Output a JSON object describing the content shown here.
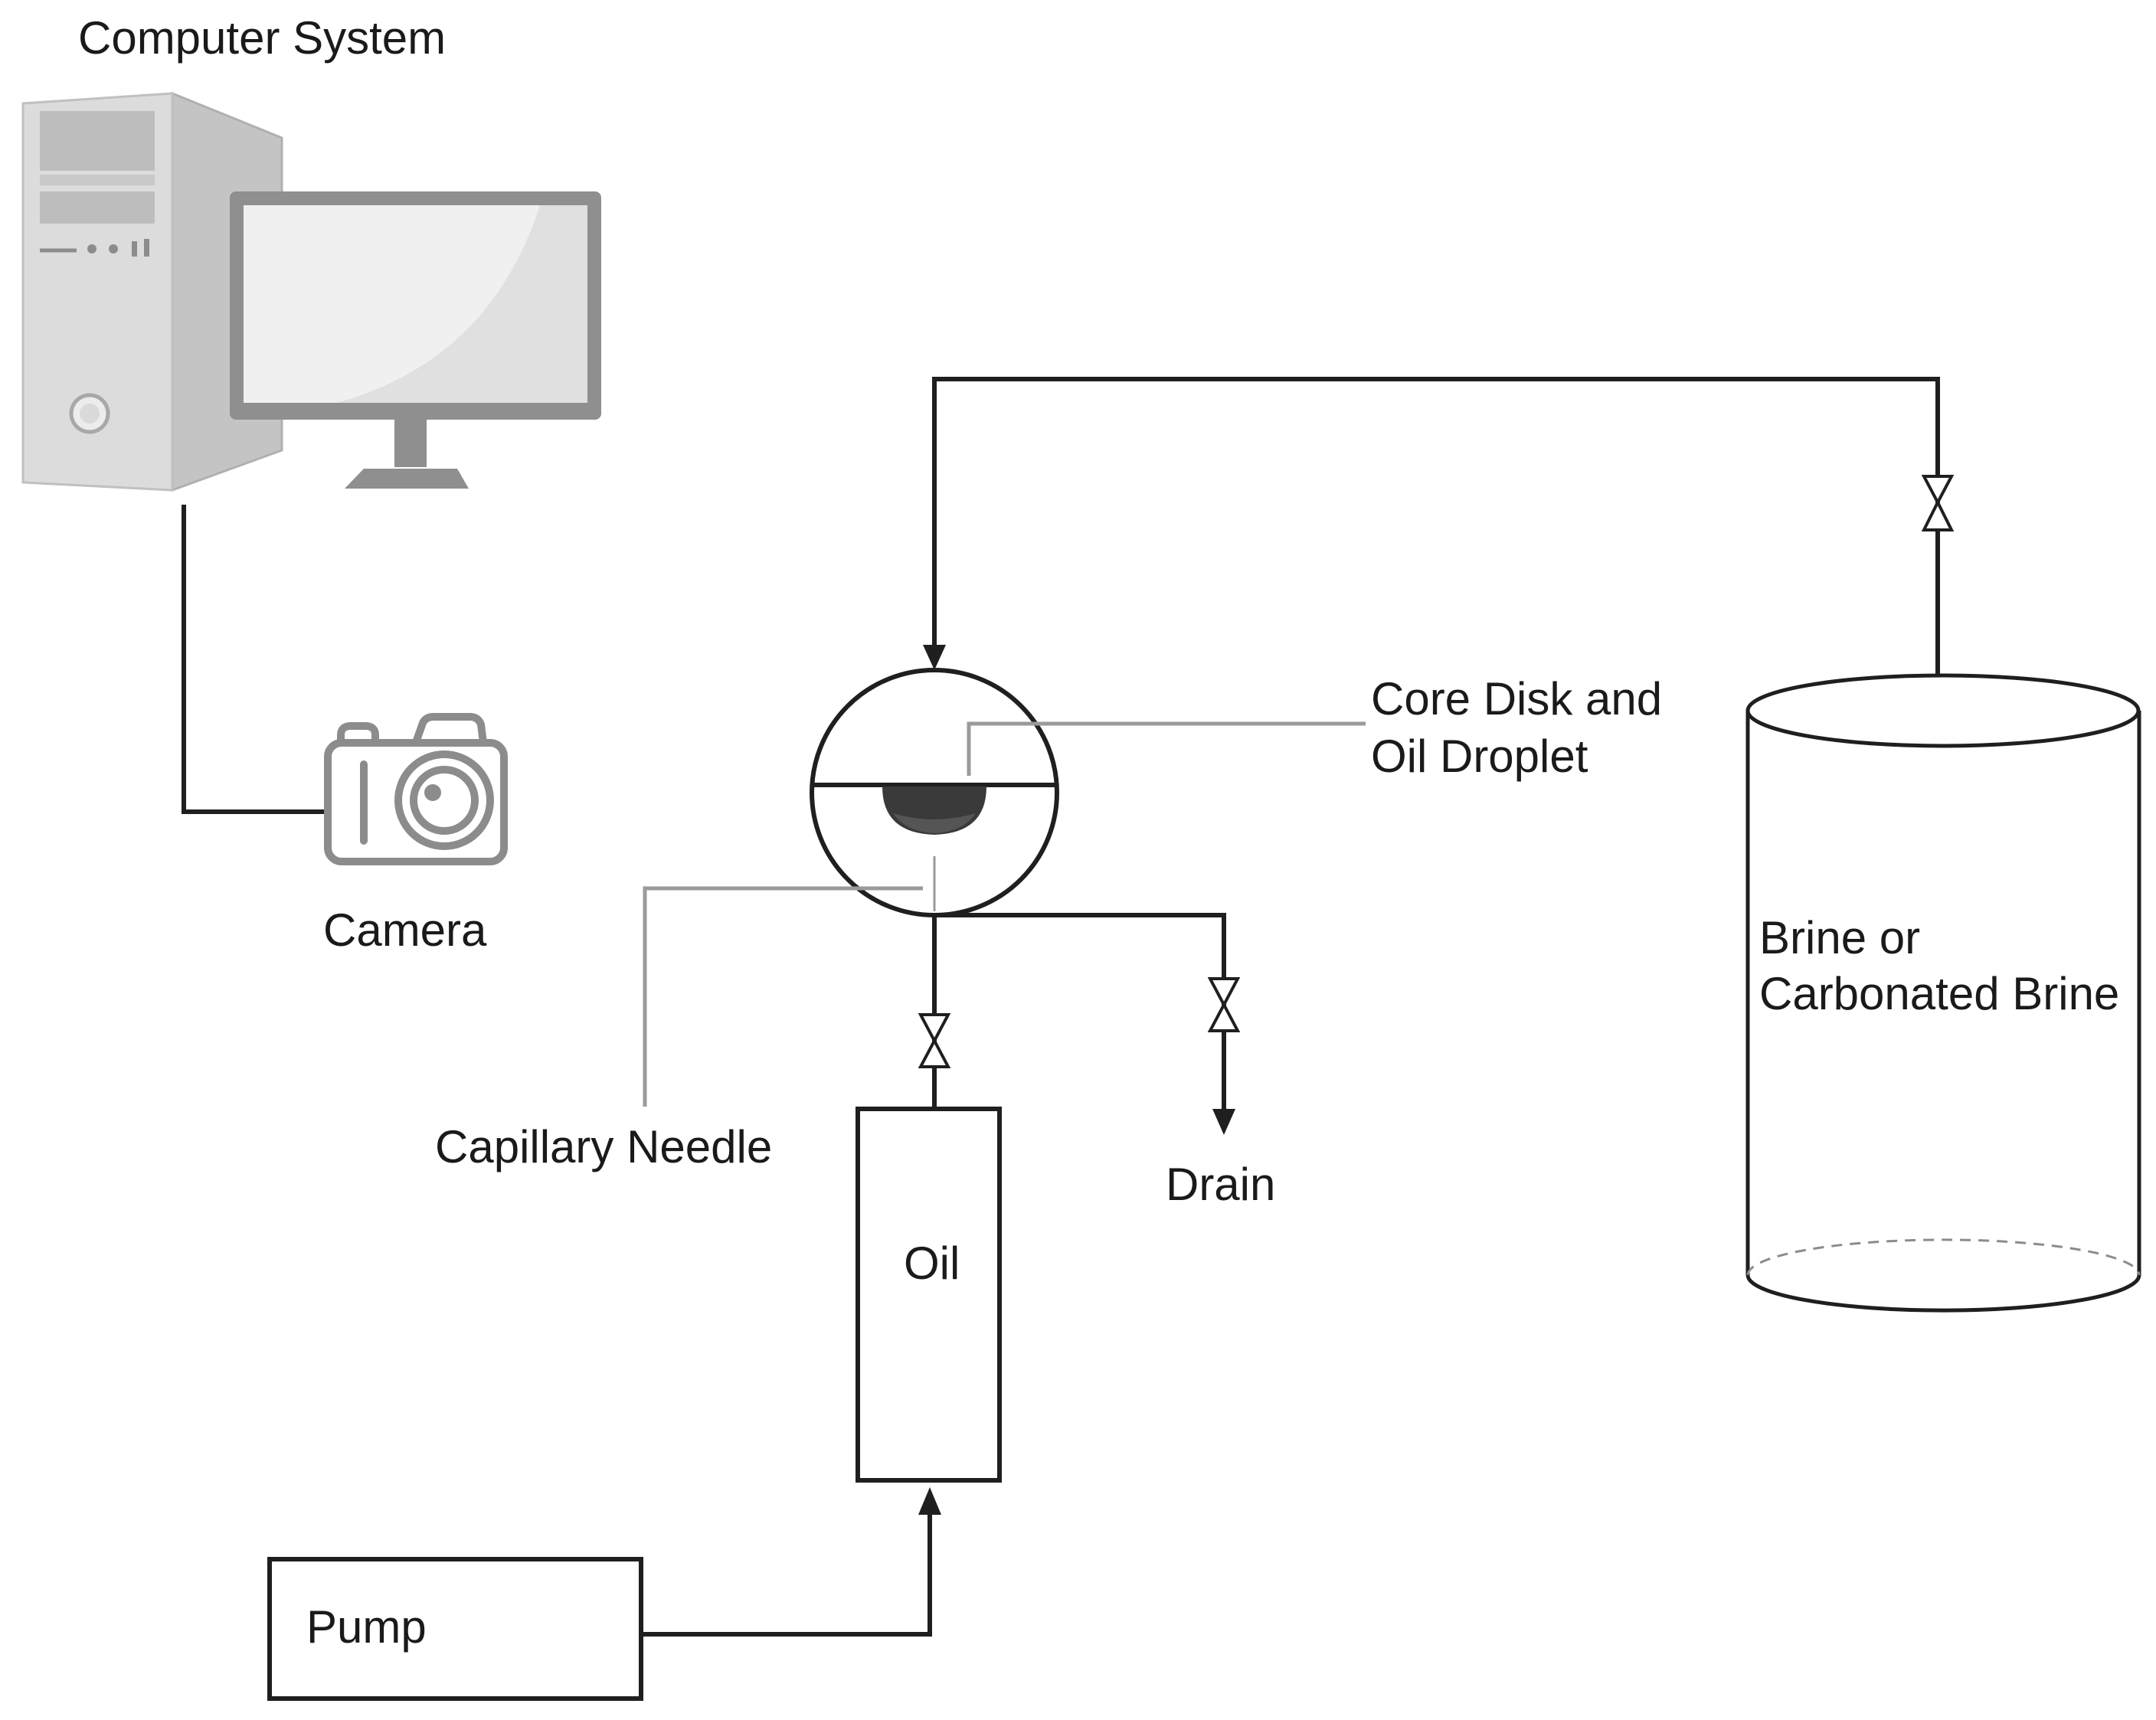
{
  "labels": {
    "computer_system": "Computer System",
    "camera": "Camera",
    "core_disk_line1": "Core Disk and",
    "core_disk_line2": "Oil Droplet",
    "capillary_needle": "Capillary Needle",
    "drain": "Drain",
    "oil": "Oil",
    "pump": "Pump",
    "brine_line1": "Brine or",
    "brine_line2": "Carbonated Brine"
  },
  "colors": {
    "line": "#1f1f1f",
    "leader_line": "#9a9a9a",
    "computer_light": "#d9d9d9",
    "computer_dark": "#8c8c8c",
    "droplet": "#3a3a3a"
  },
  "icons": [
    "computer-tower-icon",
    "monitor-icon",
    "camera-icon",
    "valve-icon",
    "arrow-icon"
  ]
}
